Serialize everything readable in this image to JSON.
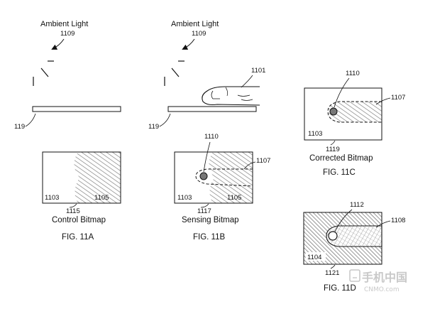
{
  "ambient_a": "Ambient Light",
  "ambient_b": "Ambient Light",
  "ref_1109a": "1109",
  "ref_1109b": "1109",
  "ref_1101": "1101",
  "ref_119a": "119",
  "ref_119b": "119",
  "ref_1103a": "1103",
  "ref_1105a": "1105",
  "ref_1115": "1115",
  "cap_a": "Control Bitmap",
  "fig_a": "FIG. 11A",
  "ref_1110b": "1110",
  "ref_1107b": "1107",
  "ref_1103b": "1103",
  "ref_1105b": "1105",
  "ref_1117": "1117",
  "cap_b": "Sensing Bitmap",
  "fig_b": "FIG. 11B",
  "ref_1110c": "1110",
  "ref_1107c": "1107",
  "ref_1103c": "1103",
  "ref_1119": "1119",
  "cap_c": "Corrected Bitmap",
  "fig_c": "FIG. 11C",
  "ref_1112": "1112",
  "ref_1108": "1108",
  "ref_1104": "1104",
  "ref_1121": "1121",
  "fig_d": "FIG. 11D",
  "watermark_cn": "手机中国",
  "watermark_en": "CNMO.com"
}
